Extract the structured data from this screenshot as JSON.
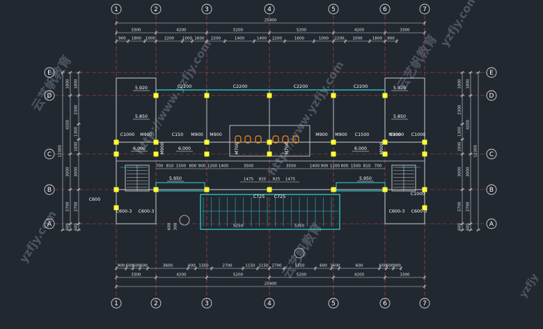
{
  "drawing": {
    "colors": {
      "background": "#212830",
      "axis_line": "#c84a4a",
      "axis_bubble": "#d8d8d8",
      "dimension": "#d8d8d8",
      "dimension_text": "#e8e8e8",
      "wall": "#d0d0d0",
      "column": "#ffff33",
      "glass": "#33d6d6",
      "fixture": "#ff8c1a",
      "label": "#ffffff",
      "watermark": "#bcc8d8"
    },
    "grid_axes_x": [
      "1",
      "2",
      "3",
      "4",
      "5",
      "6",
      "7"
    ],
    "grid_axes_y": [
      "E",
      "D",
      "C",
      "B",
      "A"
    ],
    "top_overall": "25400",
    "top_bays": [
      "3300",
      "4200",
      "5200",
      "5200",
      "4200",
      "3300"
    ],
    "top_segments": [
      "900",
      "1800",
      "1000",
      "2200",
      "1000",
      "1600",
      "2200",
      "1400",
      "1400",
      "2200",
      "1600",
      "1000",
      "2200",
      "1000",
      "1800",
      "900"
    ],
    "bottom_segments": [
      "900",
      "600",
      "600",
      "600",
      "3600",
      "600",
      "1350",
      "2700",
      "1150",
      "1150",
      "2700",
      "1350",
      "600",
      "3600",
      "600",
      "600",
      "600",
      "900"
    ],
    "bottom_bays": [
      "3300",
      "4200",
      "5200",
      "5200",
      "4200",
      "3300"
    ],
    "bottom_overall": "25400",
    "left_overall": "12300",
    "left_bays": [
      "1800",
      "4200",
      "3000",
      "2700",
      "600"
    ],
    "left_segments": [
      "1800",
      "2300",
      "1300",
      "1000",
      "3000",
      "2700",
      "600"
    ],
    "right_overall": "12300",
    "right_bays": [
      "1800",
      "4200",
      "3000",
      "2700",
      "600"
    ],
    "right_segments": [
      "1800",
      "2300",
      "1300",
      "1000",
      "3000",
      "2700",
      "600"
    ],
    "window_labels": [
      "C2200",
      "C2200",
      "C2200",
      "C2200",
      "C1000",
      "C1000",
      "C150",
      "C1500",
      "C1000",
      "C1000",
      "C600",
      "C600-3",
      "C600-3",
      "C600-3",
      "C600-3",
      "C725",
      "C725"
    ],
    "door_labels": [
      "M900",
      "M900",
      "M900",
      "M900",
      "M900",
      "M900",
      "M900",
      "M700",
      "M700",
      "M900"
    ],
    "elevations": [
      "5.920",
      "5.920",
      "5.850",
      "5.850",
      "6.000",
      "6.000",
      "6.000",
      "5.950",
      "5.950"
    ],
    "corridor_dims": [
      "700",
      "810",
      "1500",
      "800",
      "900",
      "1200",
      "1400",
      "3500",
      "3500",
      "1400",
      "900",
      "1200",
      "800",
      "1500",
      "810",
      "700"
    ],
    "stair_dims": [
      "1475",
      "825",
      "825",
      "1475"
    ],
    "center_small_dims": [
      "5250",
      "5250"
    ],
    "side_small_dims": [
      "600",
      "300"
    ],
    "watermark_texts": [
      "http://www.yzfjy.com",
      "yzfjy.com",
      "云艺帆教育",
      "http://www.yzfjy.com",
      "云艺帆教育",
      "yzfjy.com",
      "云艺帆教育",
      "yzfjy"
    ]
  }
}
